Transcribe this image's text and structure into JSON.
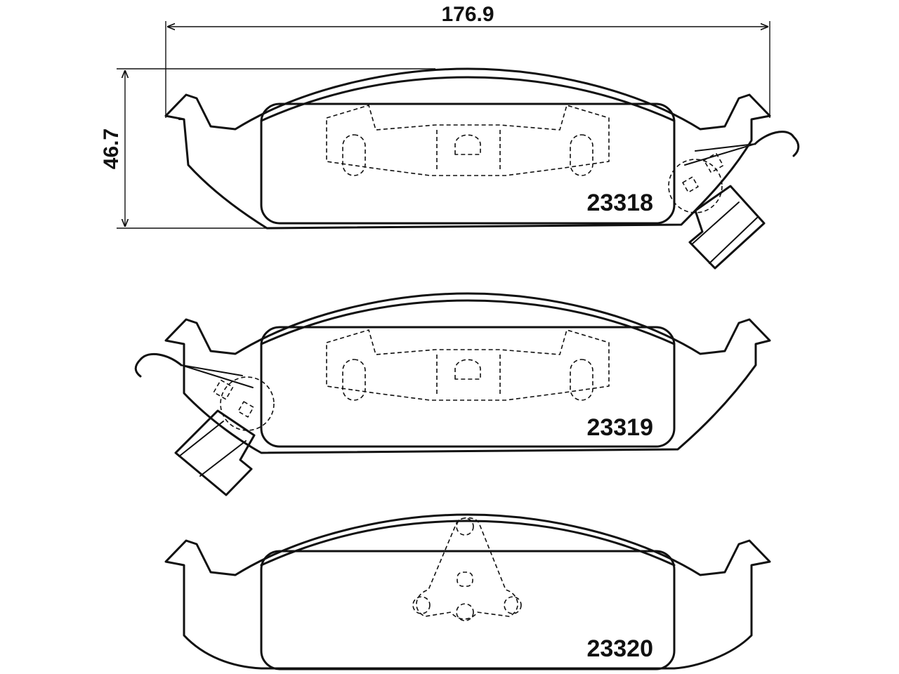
{
  "dimensions": {
    "width_label": "176.9",
    "height_label": "46.7"
  },
  "parts": [
    {
      "number": "23318",
      "sensor": "right"
    },
    {
      "number": "23319",
      "sensor": "left"
    },
    {
      "number": "23320",
      "sensor": "none"
    }
  ]
}
